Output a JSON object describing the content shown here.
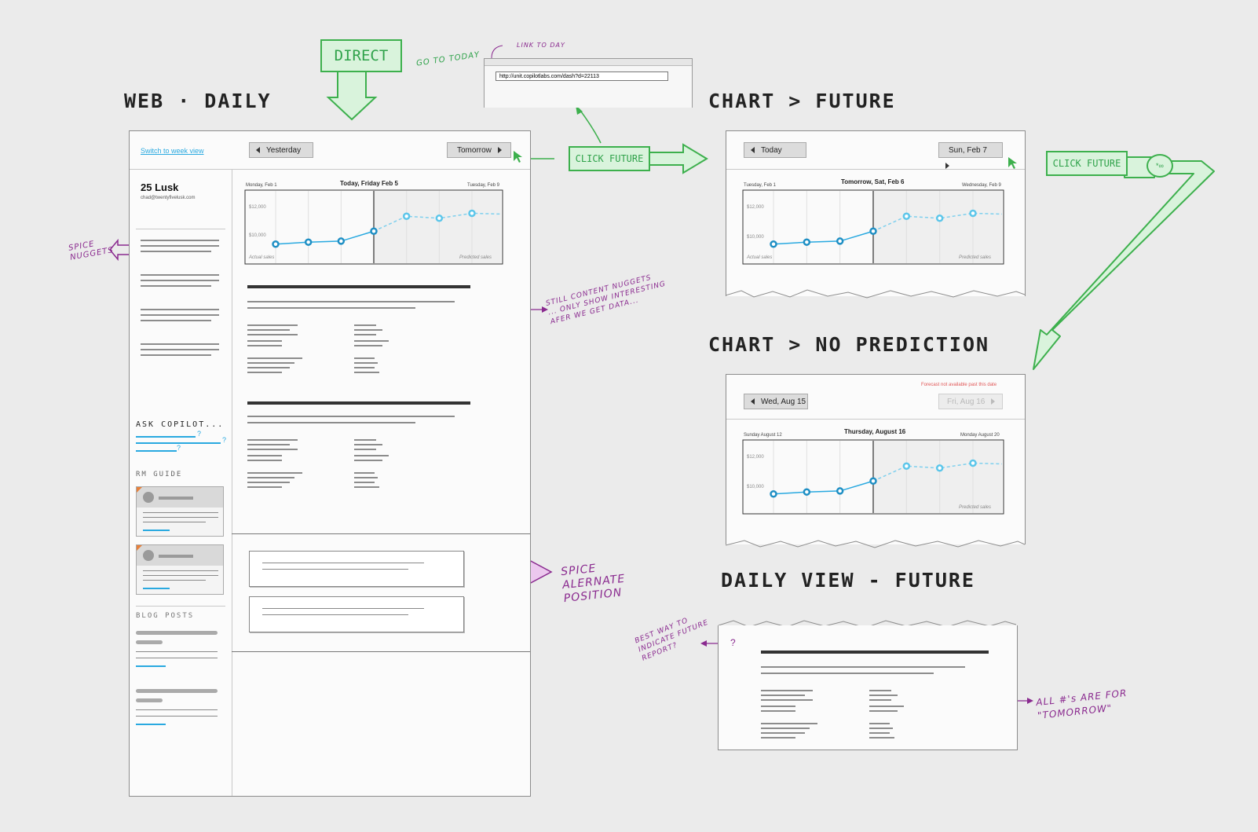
{
  "titles": {
    "web_daily": "WEB · DAILY",
    "chart_future": "CHART > FUTURE",
    "chart_no_prediction": "CHART > NO PREDICTION",
    "daily_view_future": "DAILY VIEW - FUTURE"
  },
  "flow": {
    "direct": "DIRECT",
    "go_to_today": "GO TO TODAY",
    "link_to_day": "LINK TO DAY",
    "url": "http://unit.copilotlabs.com/dash?d=22113",
    "click_future_1": "CLICK FUTURE",
    "click_future_2": "CLICK FUTURE",
    "badge": "*∞"
  },
  "web": {
    "switch_link": "Switch to week view",
    "yesterday": "Yesterday",
    "tomorrow": "Tomorrow",
    "user_name": "25 Lusk",
    "user_email": "chad@twentyfivelusk.com",
    "ask_copilot": "ASK COPILOT...",
    "rm_guide": "RM GUIDE",
    "blog_posts": "BLOG POSTS",
    "q1": "?",
    "q2": "?",
    "q3": "?"
  },
  "charts": {
    "c1": {
      "left": "Monday, Feb 1",
      "center": "Today, Friday Feb 5",
      "right": "Tuesday, Feb 9",
      "y_top": "$12,000",
      "y_bottom": "$10,000",
      "actual": "Actual sales",
      "predicted": "Predicted sales"
    },
    "c2": {
      "left": "Tuesday, Feb 1",
      "center": "Tomorrow, Sat, Feb 6",
      "right": "Wednesday, Feb 9",
      "y_top": "$12,000",
      "y_bottom": "$10,000",
      "actual": "Actual sales",
      "predicted": "Predicted sales"
    },
    "c3": {
      "left": "Sunday August 12",
      "center": "Thursday, August 16",
      "right": "Monday August 20",
      "y_top": "$12,000",
      "y_bottom": "$10,000",
      "predicted": "Predicted sales"
    }
  },
  "future": {
    "today": "Today",
    "next": "Sun, Feb 7"
  },
  "nopred": {
    "prev": "Wed, Aug 15",
    "next": "Fri, Aug 16",
    "warning": "Forecast not available past this date"
  },
  "annotations": {
    "spice_nuggets": "SPICE\nNUGGETS",
    "still_content": "STILL CONTENT NUGGETS\n... ONLY SHOW INTERESTING\nAFER WE GET DATA...",
    "spice_alt": "SPICE\nALERNATE\nPOSITION",
    "best_way": "BEST WAY TO\nINDICATE FUTURE\nREPORT?",
    "question": "?",
    "all_numbers": "ALL #'s ARE FOR\n\"TOMORROW\""
  },
  "chart_data": [
    {
      "type": "line",
      "series": [
        {
          "values": [
            10800,
            10900,
            10950,
            11450,
            12200,
            12100,
            12350
          ]
        }
      ],
      "today_index": 3
    },
    {
      "type": "line",
      "series": [
        {
          "values": [
            10800,
            10900,
            10950,
            11450,
            12200,
            12100,
            12350
          ]
        }
      ],
      "today_index": 3
    },
    {
      "type": "line",
      "series": [
        {
          "values": [
            10800,
            10900,
            10950,
            11450,
            12200,
            12100,
            12350
          ]
        }
      ],
      "today_index": 3
    }
  ],
  "colors": {
    "accent": "#29a9e0",
    "flow_green": "#3db04d",
    "annotation_purple": "#8a2a8f",
    "warning_red": "#e05555"
  }
}
